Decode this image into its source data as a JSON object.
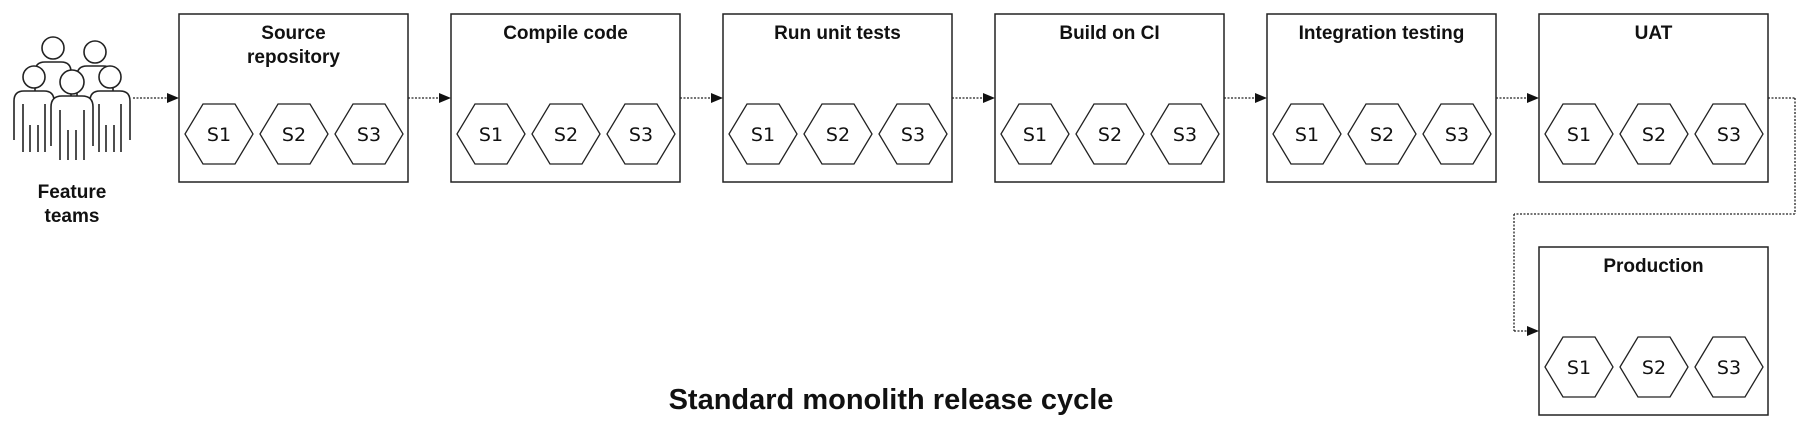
{
  "teams": {
    "label_lines": [
      "Feature",
      "teams"
    ],
    "icon": "people-group-icon"
  },
  "stages": [
    {
      "title_lines": [
        "Source",
        "repository"
      ],
      "services": [
        "S1",
        "S2",
        "S3"
      ]
    },
    {
      "title_lines": [
        "Compile code"
      ],
      "services": [
        "S1",
        "S2",
        "S3"
      ]
    },
    {
      "title_lines": [
        "Run unit tests"
      ],
      "services": [
        "S1",
        "S2",
        "S3"
      ]
    },
    {
      "title_lines": [
        "Build on CI"
      ],
      "services": [
        "S1",
        "S2",
        "S3"
      ]
    },
    {
      "title_lines": [
        "Integration testing"
      ],
      "services": [
        "S1",
        "S2",
        "S3"
      ]
    },
    {
      "title_lines": [
        "UAT"
      ],
      "services": [
        "S1",
        "S2",
        "S3"
      ]
    },
    {
      "title_lines": [
        "Production"
      ],
      "services": [
        "S1",
        "S2",
        "S3"
      ]
    }
  ],
  "caption": "Standard monolith release cycle",
  "colors": {
    "stroke": "#222222",
    "text": "#111111",
    "background": "#ffffff"
  }
}
